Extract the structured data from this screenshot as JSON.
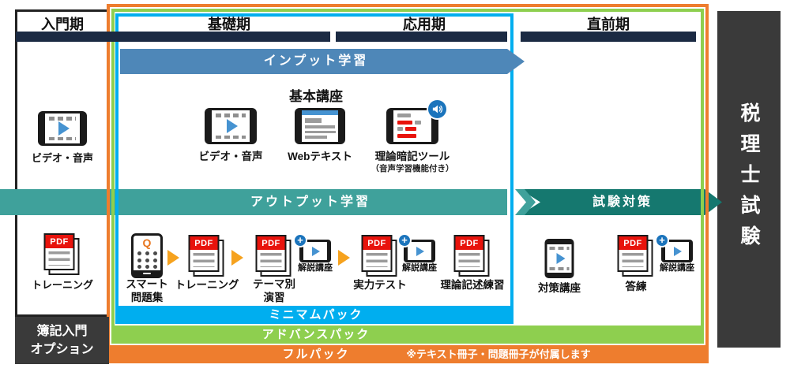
{
  "colors": {
    "navy": "#1b2a43",
    "steel": "#4e87b8",
    "tealL": "#3fa19b",
    "tealD": "#15786f",
    "cyan": "#00aeef",
    "green": "#8ecf4f",
    "orange": "#ee7d2e",
    "red": "#e8130c",
    "play": "#4693d1",
    "badge": "#1b74bc",
    "arrow": "#f6a21e",
    "dark": "#3a3a3a"
  },
  "phases": {
    "intro": "入門期",
    "basic": "基礎期",
    "applied": "応用期",
    "final": "直前期"
  },
  "exam": {
    "title": "税理士試験"
  },
  "bands": {
    "input": "インプット学習",
    "output": "アウトプット学習",
    "exam_prep": "試験対策"
  },
  "sections": {
    "basic_course": "基本講座"
  },
  "intro_column": {
    "video": "ビデオ・音声",
    "training": "トレーニング",
    "option1": "簿記入門",
    "option2": "オプション"
  },
  "input_items": {
    "video": "ビデオ・音声",
    "webtext": "Webテキスト",
    "memorize": "理論暗記ツール",
    "memorize_note": "（音声学習機能付き）"
  },
  "output_items": {
    "smart1": "スマート",
    "smart2": "問題集",
    "training": "トレーニング",
    "theme1": "テーマ別",
    "theme2": "演習",
    "ability": "実力テスト",
    "theory": "理論記述練習",
    "measures": "対策講座",
    "practice": "答練",
    "kaisetsu1": "解説講座",
    "kaisetsu2": "解説講座",
    "kaisetsu3": "解説講座"
  },
  "packs": {
    "minimum": "ミニマムパック",
    "advance": "アドバンスパック",
    "full": "フルパック",
    "full_note": "※テキスト冊子・問題冊子が付属します"
  },
  "icons": {
    "pdf": "PDF",
    "q": "Q"
  }
}
